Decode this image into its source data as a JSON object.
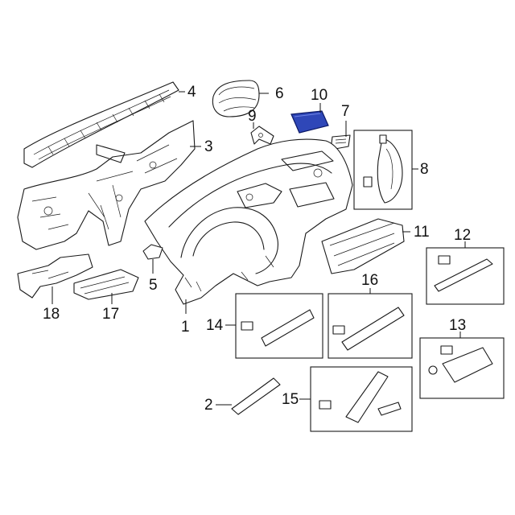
{
  "diagram": {
    "highlight_color": "#2f47b8",
    "line_color": "#1a1a1a",
    "highlighted_part": "10",
    "callouts": {
      "c1": "1",
      "c2": "2",
      "c3": "3",
      "c4": "4",
      "c5": "5",
      "c6": "6",
      "c7": "7",
      "c8": "8",
      "c9": "9",
      "c10": "10",
      "c11": "11",
      "c12": "12",
      "c13": "13",
      "c14": "14",
      "c15": "15",
      "c16": "16",
      "c17": "17",
      "c18": "18"
    }
  }
}
